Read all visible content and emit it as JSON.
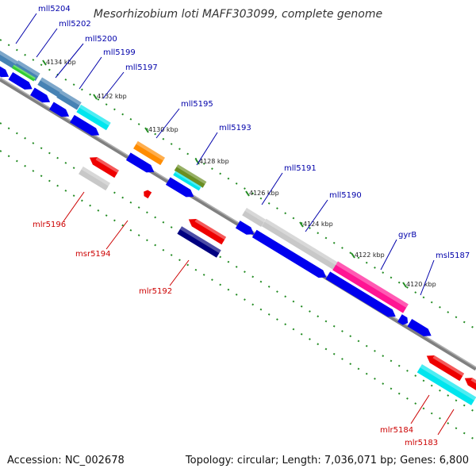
{
  "title": "Mesorhizobium loti MAFF303099, complete genome",
  "footer": {
    "accession": "Accession: NC_002678",
    "stats": "Topology: circular; Length: 7,036,071 bp; Genes: 6,800"
  },
  "colors": {
    "backbone": "#808080",
    "forward_cds": "#0000ee",
    "gray_feature": "#c8c8c8",
    "steelblue_feature": "#4682b4",
    "green_feature": "#32cd32",
    "cyan_feature": "#00e5ee",
    "orange_feature": "#ff8c00",
    "olive_feature": "#6b8e23",
    "red_feature": "#ee0000",
    "navy_feature": "#000080",
    "pink_feature": "#ff1493",
    "forward_label": "#0000aa",
    "reverse_label": "#cc0000",
    "tick_mark": "#228b22"
  },
  "scale_ticks": [
    "4134 kbp",
    "4132 kbp",
    "4130 kbp",
    "4128 kbp",
    "4126 kbp",
    "4124 kbp",
    "4122 kbp",
    "4120 kbp"
  ],
  "forward_labels": [
    "mll5204",
    "mll5202",
    "mll5200",
    "mll5199",
    "mll5197",
    "mll5195",
    "mll5193",
    "mll5191",
    "mll5190",
    "gyrB",
    "msl5187"
  ],
  "reverse_labels": [
    "mlr5196",
    "msr5194",
    "mlr5192",
    "mlr5184",
    "mlr5183"
  ]
}
